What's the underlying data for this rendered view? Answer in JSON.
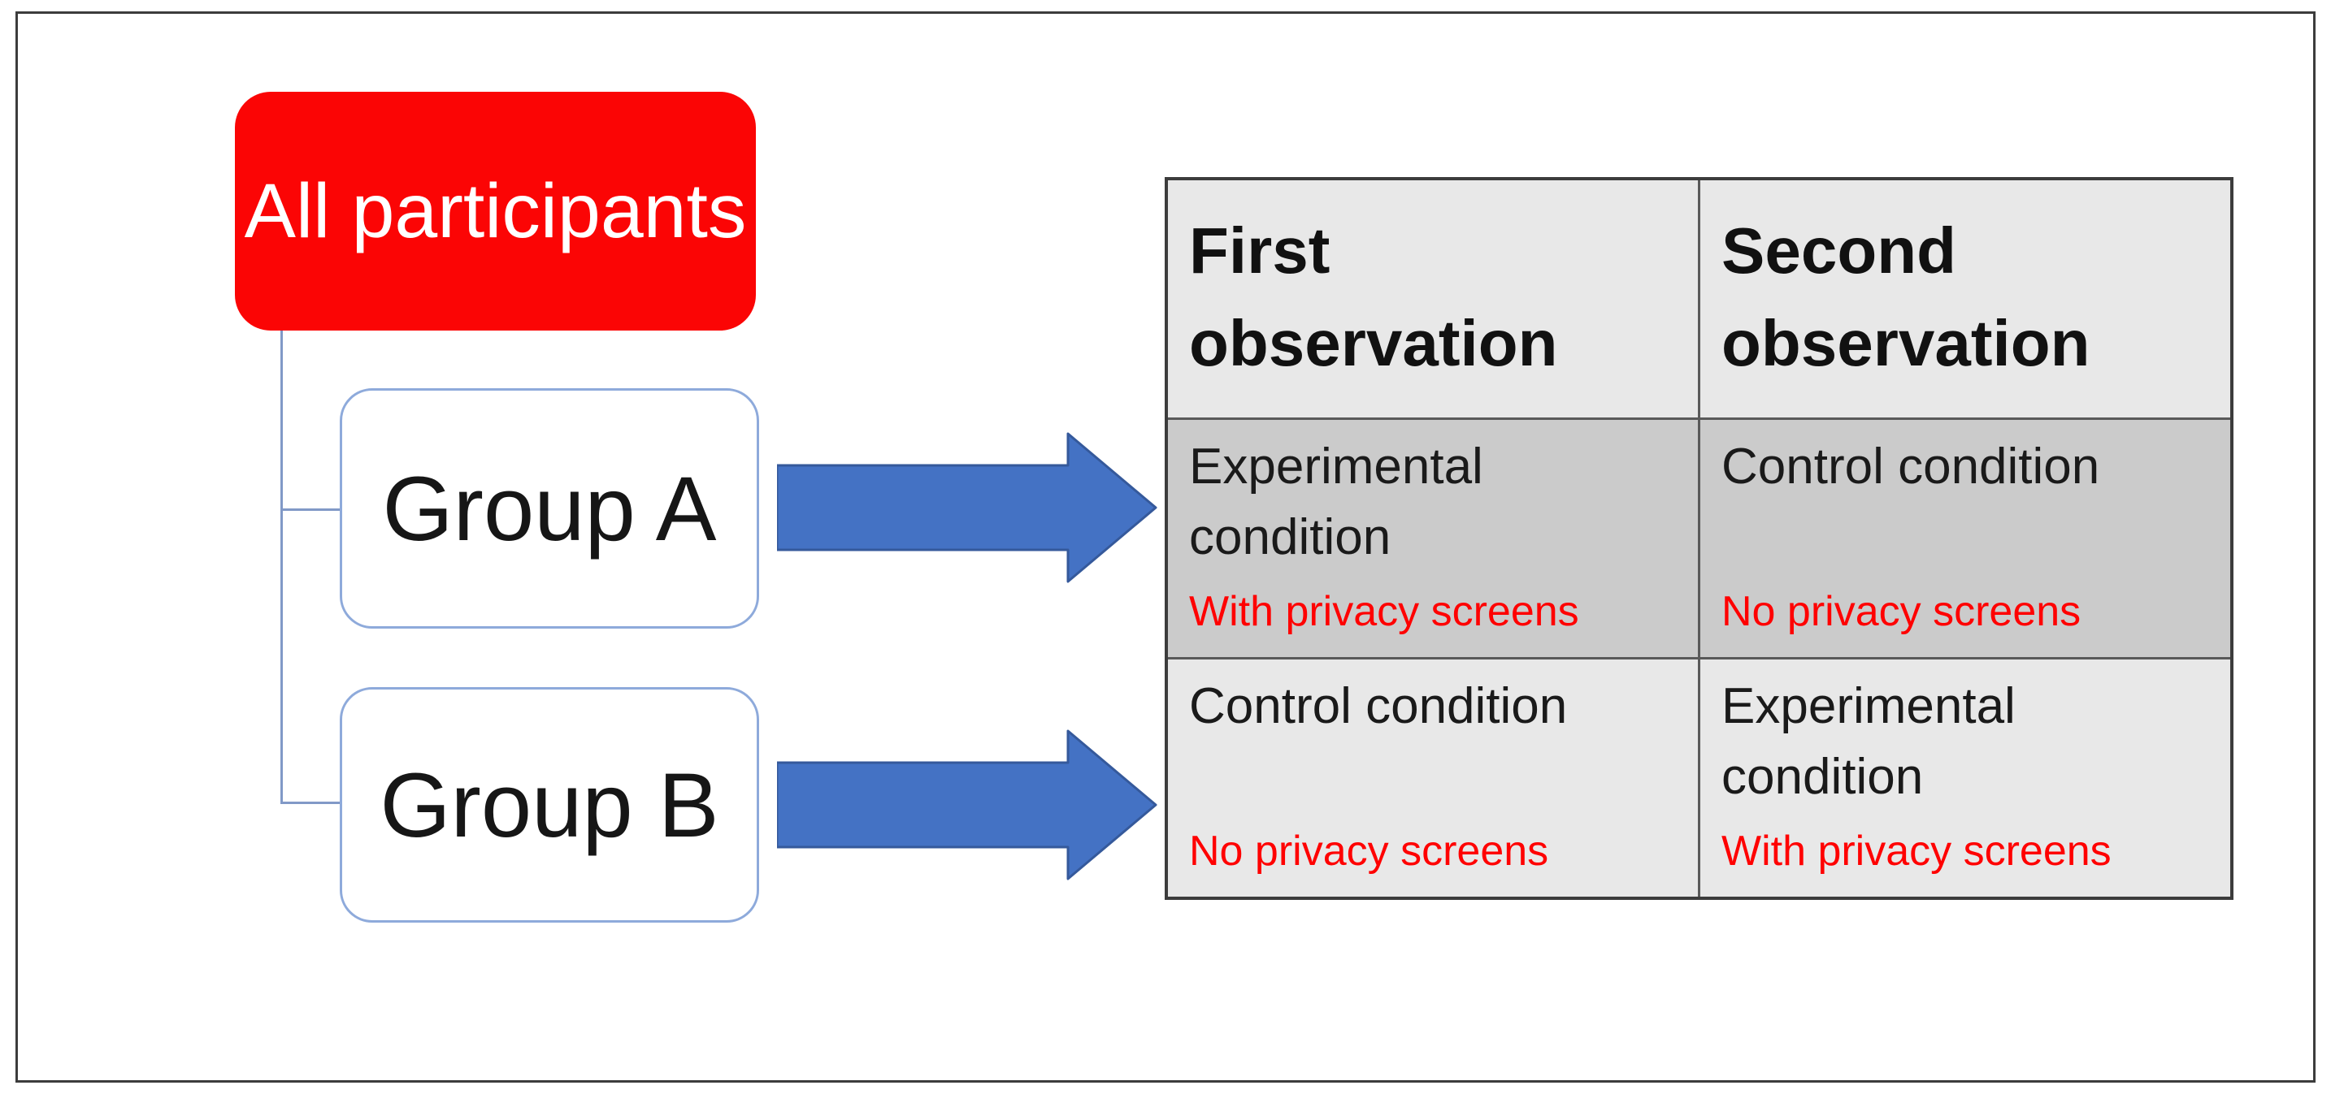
{
  "diagram": {
    "root_label": "All participants",
    "groups": [
      {
        "label": "Group A"
      },
      {
        "label": "Group B"
      }
    ]
  },
  "table": {
    "header": {
      "columns": [
        {
          "label": "First observation"
        },
        {
          "label": "Second observation"
        }
      ]
    },
    "rows": [
      {
        "group": "Group A",
        "cells": [
          {
            "condition": "Experimental condition",
            "privacy": "With privacy screens"
          },
          {
            "condition": "Control condition",
            "privacy": "No privacy screens"
          }
        ]
      },
      {
        "group": "Group B",
        "cells": [
          {
            "condition": "Control condition",
            "privacy": "No privacy screens"
          },
          {
            "condition": "Experimental condition",
            "privacy": "With privacy screens"
          }
        ]
      }
    ]
  },
  "colors": {
    "root_box_fill": "#fb0505",
    "root_box_text": "#ffffff",
    "group_box_border": "#8eaadb",
    "connector": "#8199c7",
    "arrow_fill": "#4472c4",
    "arrow_stroke": "#35599b",
    "header_row_bg": "#e8e8e8",
    "row_a_bg": "#cbcbcb",
    "row_b_bg": "#e8e8e8",
    "table_border_outer": "#3c3c3c",
    "table_border_inner": "#595959",
    "privacy_text": "#ff0000",
    "body_text": "#1a1a1a",
    "page_frame": "#3c3c3c"
  }
}
